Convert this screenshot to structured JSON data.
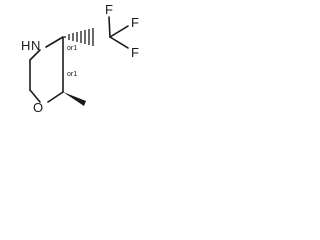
{
  "atoms": {
    "nitrogen": "N",
    "hydrogen": "H",
    "oxygen": "O",
    "fluorine_1": "F",
    "fluorine_2": "F",
    "fluorine_3": "F"
  },
  "stereo_labels": {
    "c3": "or1",
    "c2": "or1"
  },
  "colors": {
    "ink": "#1a1a1a",
    "background": "#ffffff"
  }
}
